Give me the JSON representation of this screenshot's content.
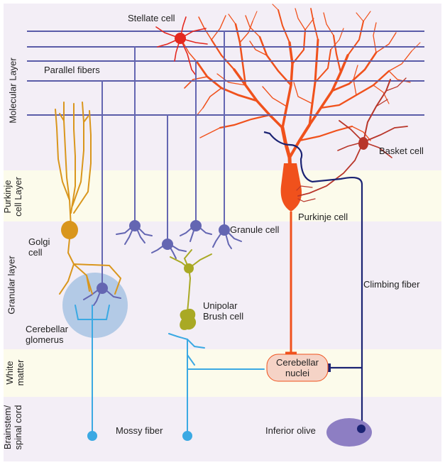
{
  "layers": {
    "molecular": "Molecular Layer",
    "purkinje_line1": "Purkinje",
    "purkinje_line2": "cell Layer",
    "granular": "Granular layer",
    "white_line1": "White",
    "white_line2": "matter",
    "brainstem_line1": "Brainstem/",
    "brainstem_line2": "spinal cord"
  },
  "labels": {
    "stellate": "Stellate cell",
    "parallel": "Parallel fibers",
    "basket": "Basket cell",
    "purkinje_cell": "Purkinje cell",
    "granule": "Granule cell",
    "golgi_line1": "Golgi",
    "golgi_line2": "cell",
    "unipolar_line1": "Unipolar",
    "unipolar_line2": "Brush cell",
    "climbing": "Climbing fiber",
    "glomerus_line1": "Cerebellar",
    "glomerus_line2": "glomerus",
    "nuclei_line1": "Cerebellar",
    "nuclei_line2": "nuclei",
    "mossy": "Mossy fiber",
    "olive": "Inferior olive"
  },
  "colors": {
    "band_molecular": "#f3eef6",
    "band_purkinje": "#fcfbeb",
    "band_granular": "#f3eef6",
    "band_white": "#fcfbeb",
    "band_brainstem": "#f3eef6",
    "parallel_fiber": "#5a5ca8",
    "granule": "#6466b2",
    "purkinje": "#f0511c",
    "stellate": "#e4281f",
    "basket": "#b8362a",
    "golgi": "#d9961c",
    "unipolar": "#a9a924",
    "mossy": "#3ba9e3",
    "climbing": "#1b2373",
    "glomerulus": "#9dbde0",
    "nuclei_fill": "#f5d3c6",
    "olive": "#8d7ec3"
  }
}
